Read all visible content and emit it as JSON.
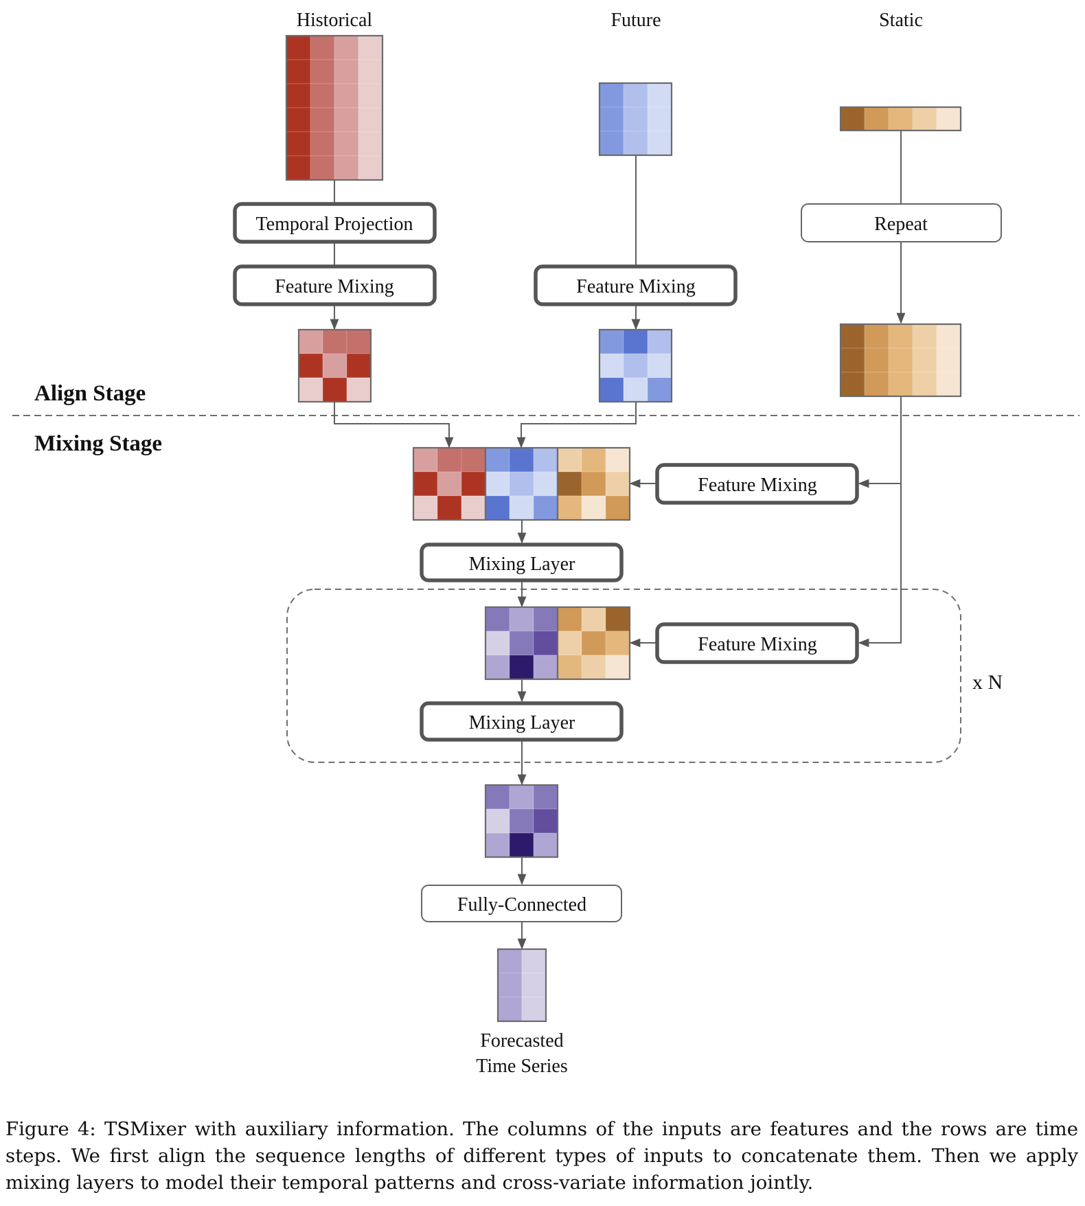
{
  "figure": {
    "columns": {
      "historical": "Historical",
      "future": "Future",
      "static": "Static"
    },
    "stages": {
      "align": "Align Stage",
      "mixing": "Mixing Stage"
    },
    "boxes": {
      "temporal_projection": "Temporal Projection",
      "feature_mixing_historical": "Feature Mixing",
      "feature_mixing_future": "Feature Mixing",
      "repeat": "Repeat",
      "feature_mixing_static_1": "Feature Mixing",
      "mixing_layer_1": "Mixing Layer",
      "feature_mixing_static_2": "Feature Mixing",
      "mixing_layer_2": "Mixing Layer",
      "fully_connected": "Fully-Connected"
    },
    "repeat_marker": "x N",
    "output_label_line1": "Forecasted",
    "output_label_line2": "Time Series",
    "palette": {
      "red": [
        "#ad3423",
        "#c4706b",
        "#d7a09f",
        "#e9cdcd"
      ],
      "blue": [
        "#5a75d0",
        "#8299e0",
        "#b0bfec",
        "#d1dbf4"
      ],
      "orange": [
        "#9c642d",
        "#d19a58",
        "#e4b77d",
        "#edd0a8",
        "#f5e5d2"
      ],
      "purple": [
        "#2e1a6a",
        "#624d9f",
        "#8679ba",
        "#b0a6d3",
        "#d6d0e7"
      ]
    },
    "matrices": {
      "historical_input": {
        "rows": 6,
        "row": [
          "#ad3423",
          "#c4706b",
          "#d7a09f",
          "#e9cdcd"
        ]
      },
      "future_input": {
        "rows": 3,
        "row": [
          "#8299e0",
          "#b0bfec",
          "#d1dbf4"
        ]
      },
      "static_input": {
        "rows": 1,
        "row": [
          "#9c642d",
          "#d19a58",
          "#e4b77d",
          "#edd0a8",
          "#f5e5d2"
        ]
      },
      "historical_aligned": [
        [
          "#d7a09f",
          "#c4706b",
          "#c4706b"
        ],
        [
          "#ad3423",
          "#d7a09f",
          "#ad3423"
        ],
        [
          "#e9cdcd",
          "#ad3423",
          "#e9cdcd"
        ]
      ],
      "future_aligned": [
        [
          "#8299e0",
          "#5a75d0",
          "#b0bfec"
        ],
        [
          "#d1dbf4",
          "#b0bfec",
          "#d1dbf4"
        ],
        [
          "#5a75d0",
          "#d1dbf4",
          "#8299e0"
        ]
      ],
      "static_repeated": {
        "rows": 3,
        "row": [
          "#9c642d",
          "#d19a58",
          "#e4b77d",
          "#edd0a8",
          "#f5e5d2"
        ]
      },
      "static_mixed_1": [
        [
          "#edd0a8",
          "#e4b77d",
          "#f5e5d2"
        ],
        [
          "#9c642d",
          "#d19a58",
          "#edd0a8"
        ],
        [
          "#e4b77d",
          "#f5e5d2",
          "#d19a58"
        ]
      ],
      "mixed_1": [
        [
          "#8679ba",
          "#b0a6d3",
          "#8679ba"
        ],
        [
          "#d6d0e7",
          "#8679ba",
          "#624d9f"
        ],
        [
          "#b0a6d3",
          "#2e1a6a",
          "#b0a6d3"
        ]
      ],
      "static_mixed_2": [
        [
          "#d19a58",
          "#edd0a8",
          "#9c642d"
        ],
        [
          "#edd0a8",
          "#d19a58",
          "#e4b77d"
        ],
        [
          "#e4b77d",
          "#edd0a8",
          "#f5e5d2"
        ]
      ],
      "mixed_output": [
        [
          "#8679ba",
          "#b0a6d3",
          "#8679ba"
        ],
        [
          "#d6d0e7",
          "#8679ba",
          "#624d9f"
        ],
        [
          "#b0a6d3",
          "#2e1a6a",
          "#b0a6d3"
        ]
      ],
      "forecast": {
        "rows": 3,
        "row": [
          "#b0a6d3",
          "#d6d0e7"
        ]
      }
    }
  },
  "caption": "Figure 4: TSMixer with auxiliary information. The columns of the inputs are features and the rows are time steps. We first align the sequence lengths of different types of inputs to concatenate them. Then we apply mixing layers to model their temporal patterns and cross-variate information jointly."
}
